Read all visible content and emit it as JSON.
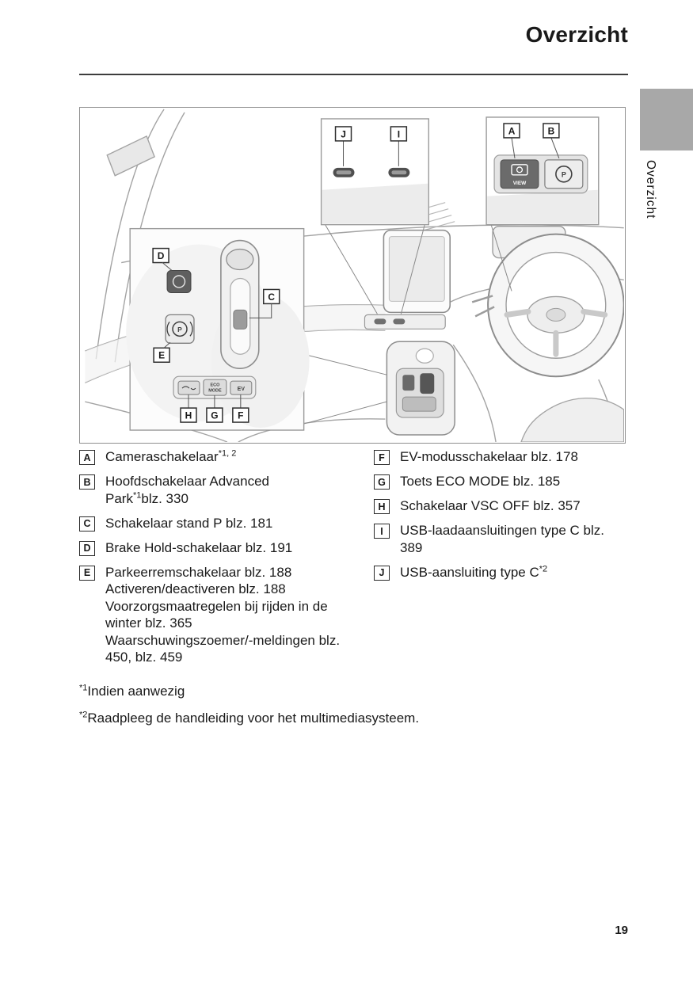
{
  "page": {
    "title": "Overzicht",
    "section_tab": "Overzicht",
    "page_number": "19"
  },
  "colors": {
    "section_tab_bg": "#a8a8a8",
    "text": "#1a1a1a",
    "line_art_gray": "#a3a3a3"
  },
  "diagram": {
    "callout_labels": {
      "a": "A",
      "b": "B",
      "c": "C",
      "d": "D",
      "e": "E",
      "f": "F",
      "g": "G",
      "h": "H",
      "i": "I",
      "j": "J"
    },
    "button_texts": {
      "view": "VIEW",
      "eco_line1": "ECO",
      "eco_line2": "MODE",
      "ev": "EV",
      "park_a": "P",
      "park_e": "P"
    }
  },
  "legend": {
    "left": [
      {
        "key": "A",
        "text": "Cameraschakelaar",
        "sup": "*1, 2"
      },
      {
        "key": "B",
        "line1": "Hoofdschakelaar Advanced",
        "line2_text": "Park",
        "line2_sup": "*1",
        "line2_rest": "blz. 330"
      },
      {
        "key": "C",
        "text": "Schakelaar stand P blz. 181"
      },
      {
        "key": "D",
        "text": "Brake Hold-schakelaar blz. 191"
      },
      {
        "key": "E",
        "lines": [
          "Parkeerremschakelaar blz. 188",
          "Activeren/deactiveren blz. 188",
          "Voorzorgsmaatregelen bij rijden in de winter blz. 365",
          "Waarschuwingszoemer/-meldingen blz. 450, blz. 459"
        ]
      }
    ],
    "right": [
      {
        "key": "F",
        "text": "EV-modusschakelaar blz. 178"
      },
      {
        "key": "G",
        "text": "Toets ECO MODE blz. 185"
      },
      {
        "key": "H",
        "text": "Schakelaar VSC OFF blz. 357"
      },
      {
        "key": "I",
        "text": "USB-laadaansluitingen type C blz. 389"
      },
      {
        "key": "J",
        "text": "USB-aansluiting type C",
        "sup": "*2"
      }
    ]
  },
  "footnotes": [
    {
      "sup": "*1",
      "text": "Indien aanwezig"
    },
    {
      "sup": "*2",
      "text": "Raadpleeg de handleiding voor het multimediasysteem."
    }
  ]
}
